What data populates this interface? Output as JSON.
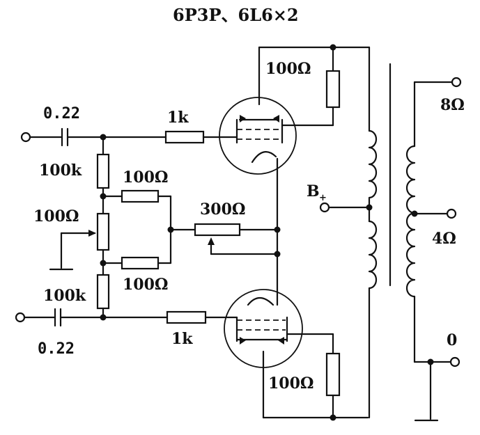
{
  "title": "6P3P、6L6×2",
  "labels": {
    "c_in_top": "0.22",
    "c_in_bottom": "0.22",
    "r_grid_top": "1k",
    "r_grid_bottom": "1k",
    "r_bias_top": "100k",
    "r_bias_bottom": "100k",
    "r_bal_top": "100Ω",
    "r_bal_bottom": "100Ω",
    "r_pot_left": "100Ω",
    "r_pot_cathode": "300Ω",
    "r_plate_top": "100Ω",
    "r_plate_bottom": "100Ω",
    "b_plus": "B",
    "b_plus_sub": "+",
    "out_8": "8Ω",
    "out_4": "4Ω",
    "out_0": "0"
  }
}
